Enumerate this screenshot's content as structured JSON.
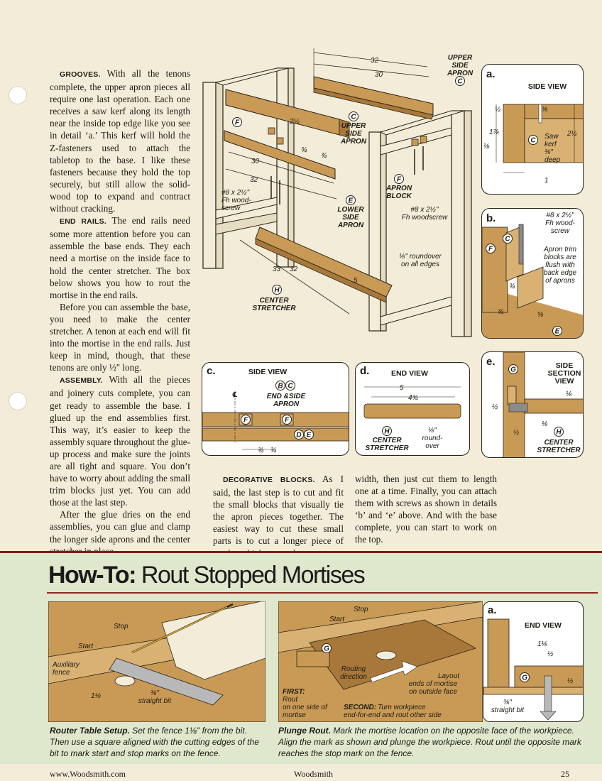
{
  "left_column": {
    "grooves_head": "GROOVES.",
    "grooves_body": "With all the tenons complete, the upper apron pieces all require one last operation. Each one receives a saw kerf along its length near the inside top edge like you see in detail ‘a.’ This kerf will hold the Z-fasteners used to attach the tabletop to the base. I like these fasteners because they hold the top securely, but still allow the solid-wood top to expand and contract without cracking.",
    "endrails_head": "END RAILS.",
    "endrails_body": "The end rails need some more attention before you can assemble the base ends. They each need a mortise on the inside face to hold the center stretcher. The box below shows you how to rout the mortise in the end rails.",
    "para_before": "Before you can assemble the base, you need to make the center stretcher. A tenon at each end will fit into the mortise in the end rails. Just keep in mind, though, that these tenons are only ½\" long.",
    "assembly_head": "ASSEMBLY.",
    "assembly_body": "With all the pieces and joinery cuts complete, you can get ready to assemble the base. I glued up the end assemblies first. This way, it’s easier to keep the assembly square throughout the glue-up process and make sure the joints are all tight and square. You don’t have to worry about adding the small trim blocks just yet. You can add those at the last step.",
    "para_after": "After the glue dries on the end assemblies, you can glue and clamp the longer side aprons and the center stretcher in place."
  },
  "middle_text": {
    "head": "DECORATIVE BLOCKS.",
    "body": "As I said, the last step is to cut and fit the small blocks that visually tie the apron pieces together. The easiest way to cut these small parts is to cut a longer piece of stock to thickness and"
  },
  "right_text": {
    "body": "width, then just cut them to length one at a time. Finally, you can attach them with screws as shown in details ‘b’ and ‘e’ above. And with the base complete, you can start to work on the top."
  },
  "main_drawing": {
    "dim_32": "32",
    "dim_30": "30",
    "dim_2half": "2½",
    "dim_3q1": "¾",
    "dim_3q2": "¾",
    "dim_30b": "30",
    "dim_32b": "32",
    "dim_33": "33",
    "dim_32c": "32",
    "dim_5": "5",
    "upper_side_apron_top": "UPPER SIDE APRON",
    "callout_c_top": "C",
    "upper_side_apron_mid": "UPPER SIDE APRON",
    "callout_c_mid": "C",
    "callout_f": "F",
    "screw_left": "#8 x 2½\" Fh wood-screw",
    "lower_side_apron": "LOWER SIDE APRON",
    "callout_e": "E",
    "apron_block": "APRON BLOCK",
    "callout_f2": "F",
    "screw_right": "#8 x 2½\" Fh woodscrew",
    "roundover": "⅛\" roundover on all edges",
    "center_stretcher": "CENTER STRETCHER",
    "callout_h": "H"
  },
  "detail_a": {
    "tag": "a.",
    "title": "SIDE VIEW",
    "d_half": "½",
    "d_3_8": "⅜",
    "d_1_7_8": "1⅞",
    "d_1_8": "⅛",
    "d_2half": "2½",
    "callout_c": "C",
    "kerf": "Saw kerf ⅜\" deep",
    "d_1": "1"
  },
  "detail_b": {
    "tag": "b.",
    "screw": "#8 x 2½\" Fh wood-screw",
    "note": "Apron trim blocks are flush with back edge of aprons",
    "callout_c": "C",
    "callout_f": "F",
    "callout_e": "E",
    "d_3q": "¾",
    "d_3q2": "¾",
    "d_5_8": "⅝"
  },
  "detail_c": {
    "tag": "c.",
    "title": "SIDE VIEW",
    "cl": "℄",
    "callout_b": "B",
    "callout_c": "C",
    "label": "END &SIDE APRON",
    "callout_f1": "F",
    "callout_f2": "F",
    "callout_d": "D",
    "callout_e": "E",
    "d_3q1": "¾",
    "d_3q2": "¾"
  },
  "detail_d": {
    "tag": "d.",
    "title": "END VIEW",
    "d_5": "5",
    "d_4_3_4": "4¾",
    "callout_h": "H",
    "label": "CENTER STRETCHER",
    "roundover": "⅛\" round-over"
  },
  "detail_e": {
    "tag": "e.",
    "title": "SIDE SECTION VIEW",
    "callout_g": "G",
    "d_1_8a": "⅛",
    "d_half": "½",
    "d_1_8b": "⅛",
    "d_half2": "½",
    "callout_h": "H",
    "label": "CENTER STRETCHER"
  },
  "howto": {
    "title_bold": "How-To:",
    "title_rest": " Rout Stopped Mortises",
    "panel1": {
      "stop": "Stop",
      "start": "Start",
      "aux_fence": "Auxiliary fence",
      "d_1_1_8": "1⅛",
      "bit": "⅜\" straight bit"
    },
    "panel2": {
      "stop": "Stop",
      "start": "Start",
      "callout_g": "G",
      "routing_dir": "Routing direction",
      "layout": "Layout ends of mortise on outside face",
      "first_head": "FIRST:",
      "first_body": "Rout on one side of mortise",
      "second_head": "SECOND:",
      "second_body": "Turn workpiece end-for-end and rout other side"
    },
    "panel3": {
      "tag": "a.",
      "title": "END VIEW",
      "d_1_1_8": "1⅛",
      "d_half": "½",
      "d_half2": "½",
      "callout_g": "G",
      "bit": "⅜\" straight bit"
    },
    "caption1_head": "Router Table Setup.",
    "caption1_body": " Set the fence 1⅛\" from the bit. Then use a square aligned with the cutting edges of the bit to mark start and stop marks on the fence.",
    "caption2_head": "Plunge Rout.",
    "caption2_body": " Mark the mortise location on the opposite face of the workpiece. Align the mark as shown and plunge the workpiece. Rout until the opposite mark reaches the stop mark on the fence."
  },
  "footer": {
    "url": "www.Woodsmith.com",
    "magazine": "Woodsmith",
    "page": "25"
  },
  "colors": {
    "paper": "#f3ecd8",
    "wood": "#c99a55",
    "wood_dark": "#a7783a",
    "howto_bg": "#dfe7cc",
    "rule": "#8a2a1e"
  }
}
